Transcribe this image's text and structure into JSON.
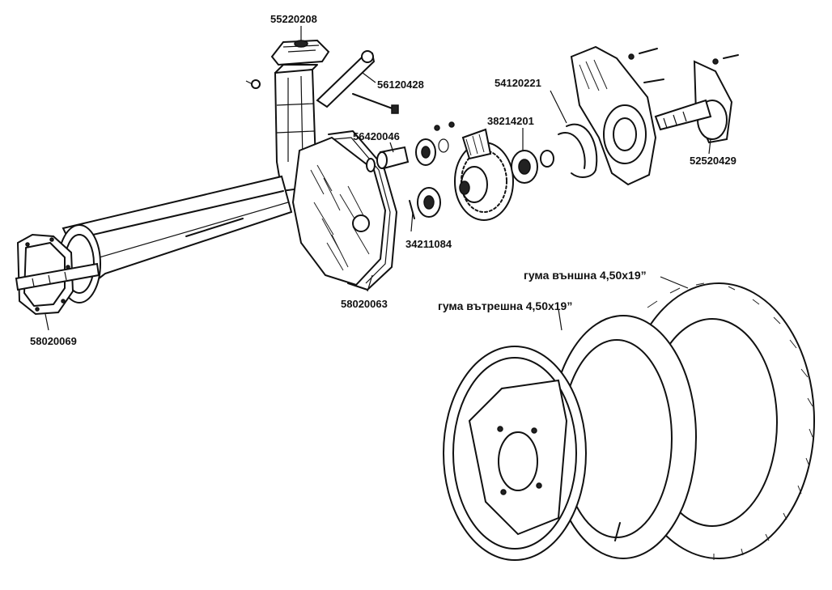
{
  "labels": {
    "p55220208": "55220208",
    "p56120428": "56120428",
    "p56420046": "56420046",
    "p38214201": "38214201",
    "p54120221": "54120221",
    "p52520429": "52520429",
    "p34211084": "34211084",
    "p58020063": "58020063",
    "p58020069": "58020069",
    "tire_outer": "гума външна 4,50x19”",
    "tire_inner": "гума вътрешна 4,50x19”"
  },
  "colors": {
    "ink": "#111111",
    "background": "#ffffff"
  }
}
